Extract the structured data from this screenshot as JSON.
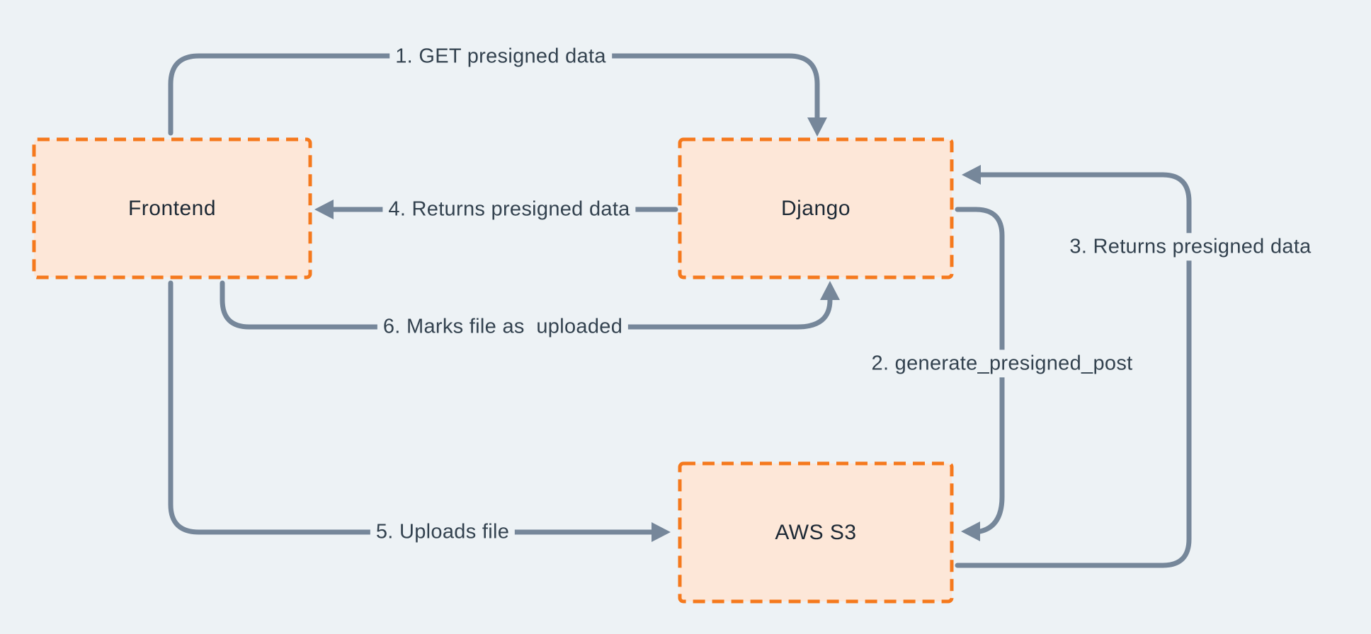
{
  "diagram": {
    "type": "flow-diagram",
    "description": "S3 presigned upload flow between Frontend, Django and AWS S3"
  },
  "nodes": [
    {
      "id": "frontend",
      "label": "Frontend"
    },
    {
      "id": "django",
      "label": "Django"
    },
    {
      "id": "aws-s3",
      "label": "AWS S3"
    }
  ],
  "edges": [
    {
      "step": 1,
      "label": "1. GET presigned data",
      "from": "frontend",
      "to": "django"
    },
    {
      "step": 2,
      "label": "2. generate_presigned_post",
      "from": "django",
      "to": "aws-s3"
    },
    {
      "step": 3,
      "label": "3. Returns presigned data",
      "from": "aws-s3",
      "to": "django"
    },
    {
      "step": 4,
      "label": "4. Returns presigned data",
      "from": "django",
      "to": "frontend"
    },
    {
      "step": 5,
      "label": "5. Uploads file",
      "from": "frontend",
      "to": "aws-s3"
    },
    {
      "step": 6,
      "label": "6. Marks file as  uploaded",
      "from": "frontend",
      "to": "django"
    }
  ],
  "colors": {
    "background": "#edf2f5",
    "node_fill": "#fde7d8",
    "node_border": "#f5791d",
    "arrow": "#76879a",
    "label_text": "#33424f",
    "node_text": "#1d2935"
  }
}
